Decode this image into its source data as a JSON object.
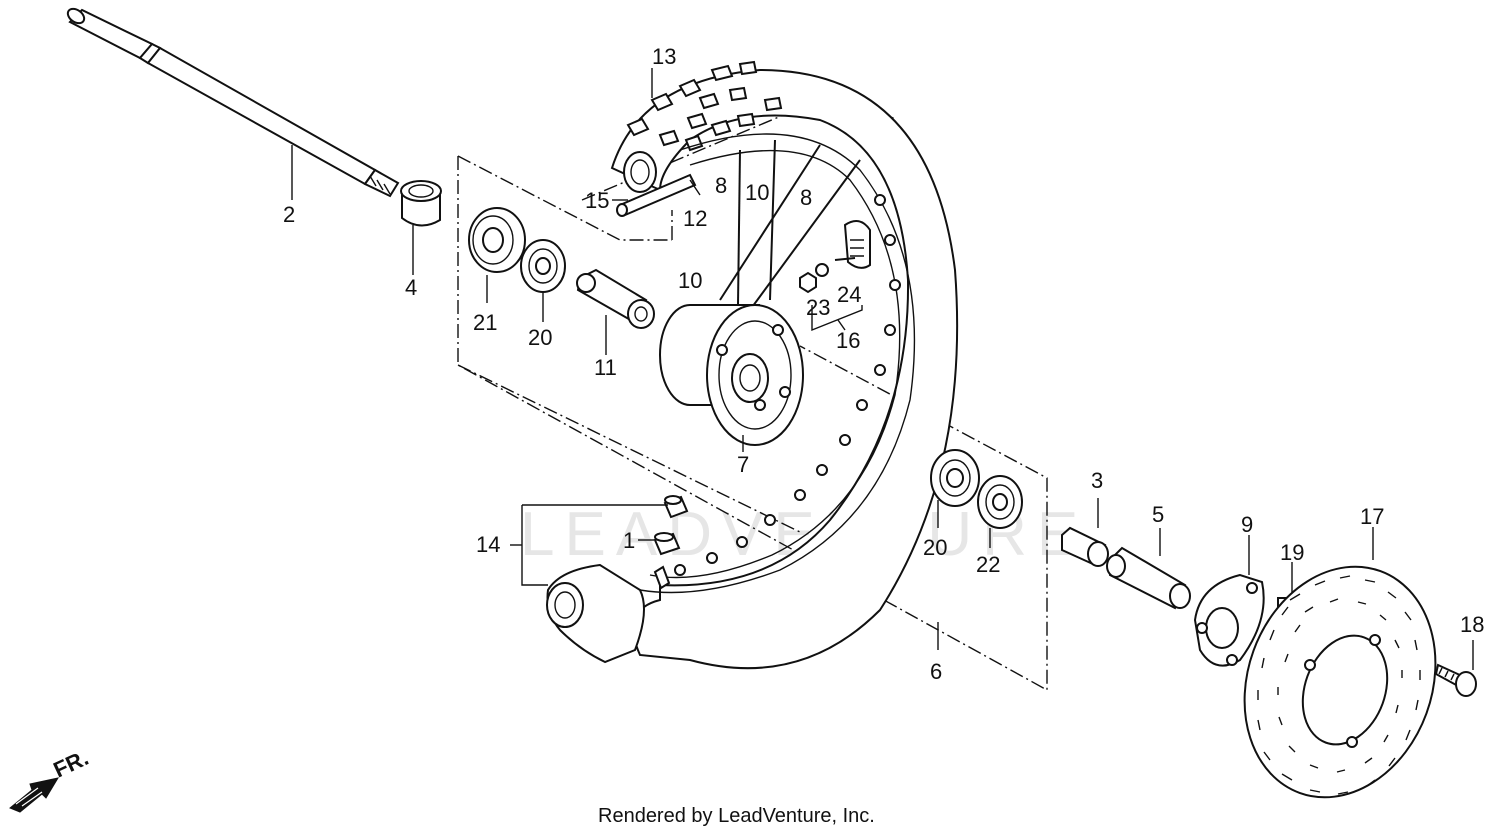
{
  "watermark": "LEADVENTURE",
  "footer": "Rendered by LeadVenture, Inc.",
  "direction_label": "FR.",
  "callouts": {
    "c1": "1",
    "c2": "2",
    "c3": "3",
    "c4": "4",
    "c5": "5",
    "c6": "6",
    "c7": "7",
    "c8a": "8",
    "c8b": "8",
    "c9": "9",
    "c10a": "10",
    "c10b": "10",
    "c11": "11",
    "c12": "12",
    "c13": "13",
    "c14": "14",
    "c15": "15",
    "c16": "16",
    "c17": "17",
    "c18": "18",
    "c19": "19",
    "c20a": "20",
    "c20b": "20",
    "c21": "21",
    "c22": "22",
    "c23": "23",
    "c24": "24"
  }
}
